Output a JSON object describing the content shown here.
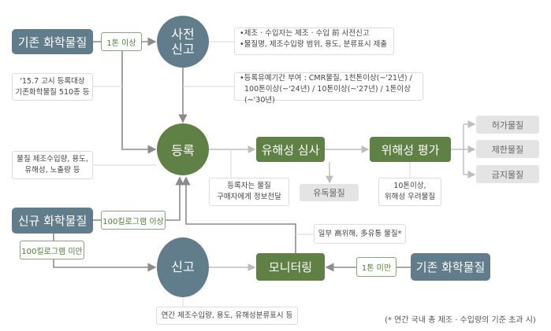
{
  "nodes": {
    "existing_top": "기존 화학물질",
    "pre_report": [
      "사전",
      "신고"
    ],
    "registration": "등록",
    "hazard_review": "유해성 심사",
    "risk_assessment": "위해성 평가",
    "permit": "허가물질",
    "restricted": "제한물질",
    "prohibited": "금지물질",
    "toxic": "유독물질",
    "new_chem": "신규 화학물질",
    "report": "신고",
    "monitoring": "모니터링",
    "existing_bottom": "기존 화학물질"
  },
  "tags": {
    "over_1t": "1톤 이상",
    "over_100kg": "100킬로그램 이상",
    "under_100kg": "100킬로그램 미만",
    "under_1t": "1톤 미만"
  },
  "notes": {
    "pre_report_1": "•제조 · 수입자는 제조 · 수입 前 사전신고",
    "pre_report_2": "•물질명, 제조수입량 범위, 용도, 분류표시 제출",
    "grace_1": "•등록유예기간 부여 : CMR물질, 1천톤이상(~'21년) /",
    "grace_2": "100톤이상(~'24년) / 10톤이상(~'27년) / 1톤이상(~'30년)",
    "notice_1": "'15.7 고시 등록대상",
    "notice_2": "기존화학물질 510종 등",
    "reg_info_1": "물질 제조수입량, 용도,",
    "reg_info_2": "유해성, 노출량 등",
    "buyer_1": "등록자는 물질",
    "buyer_2": "구매자에게 정보전달",
    "risk_1": "10톤이상,",
    "risk_2": "위해성 우려물질",
    "monitor": "일부 高위해, 多유통 물질*",
    "report_info": "연간 제조수입량, 용도, 유해성분류표시 등"
  },
  "footnote": "(* 연간 국내 총 제조 · 수입량의 기준 초과 시)",
  "colors": {
    "slate": "#617c8b",
    "green": "#5f8146",
    "line": "#8c8c8c"
  }
}
